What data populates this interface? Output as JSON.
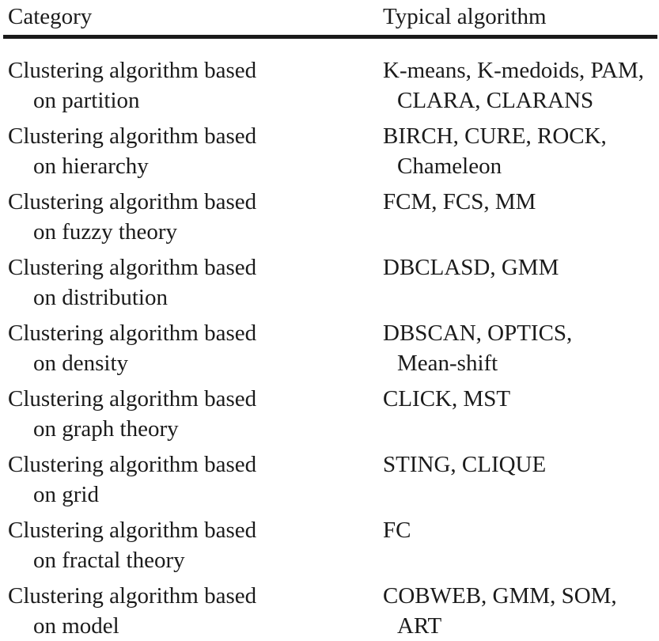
{
  "table": {
    "headers": {
      "category": "Category",
      "algorithm": "Typical algorithm"
    },
    "rule_color": "#1a1a1a",
    "rows": [
      {
        "category_line1": "Clustering algorithm based",
        "category_line2": "on partition",
        "algorithm_line1": "K-means, K-medoids, PAM,",
        "algorithm_line2": "CLARA, CLARANS"
      },
      {
        "category_line1": "Clustering algorithm based",
        "category_line2": "on hierarchy",
        "algorithm_line1": "BIRCH, CURE, ROCK,",
        "algorithm_line2": "Chameleon"
      },
      {
        "category_line1": "Clustering algorithm based",
        "category_line2": "on fuzzy theory",
        "algorithm_line1": "FCM, FCS, MM",
        "algorithm_line2": ""
      },
      {
        "category_line1": "Clustering algorithm based",
        "category_line2": "on distribution",
        "algorithm_line1": "DBCLASD, GMM",
        "algorithm_line2": ""
      },
      {
        "category_line1": "Clustering algorithm based",
        "category_line2": "on density",
        "algorithm_line1": "DBSCAN, OPTICS,",
        "algorithm_line2": "Mean-shift"
      },
      {
        "category_line1": "Clustering algorithm based",
        "category_line2": "on graph theory",
        "algorithm_line1": "CLICK, MST",
        "algorithm_line2": ""
      },
      {
        "category_line1": "Clustering algorithm based",
        "category_line2": "on grid",
        "algorithm_line1": "STING, CLIQUE",
        "algorithm_line2": ""
      },
      {
        "category_line1": "Clustering algorithm based",
        "category_line2": "on fractal theory",
        "algorithm_line1": "FC",
        "algorithm_line2": ""
      },
      {
        "category_line1": "Clustering algorithm based",
        "category_line2": "on model",
        "algorithm_line1": "COBWEB, GMM, SOM,",
        "algorithm_line2": "ART"
      }
    ]
  }
}
